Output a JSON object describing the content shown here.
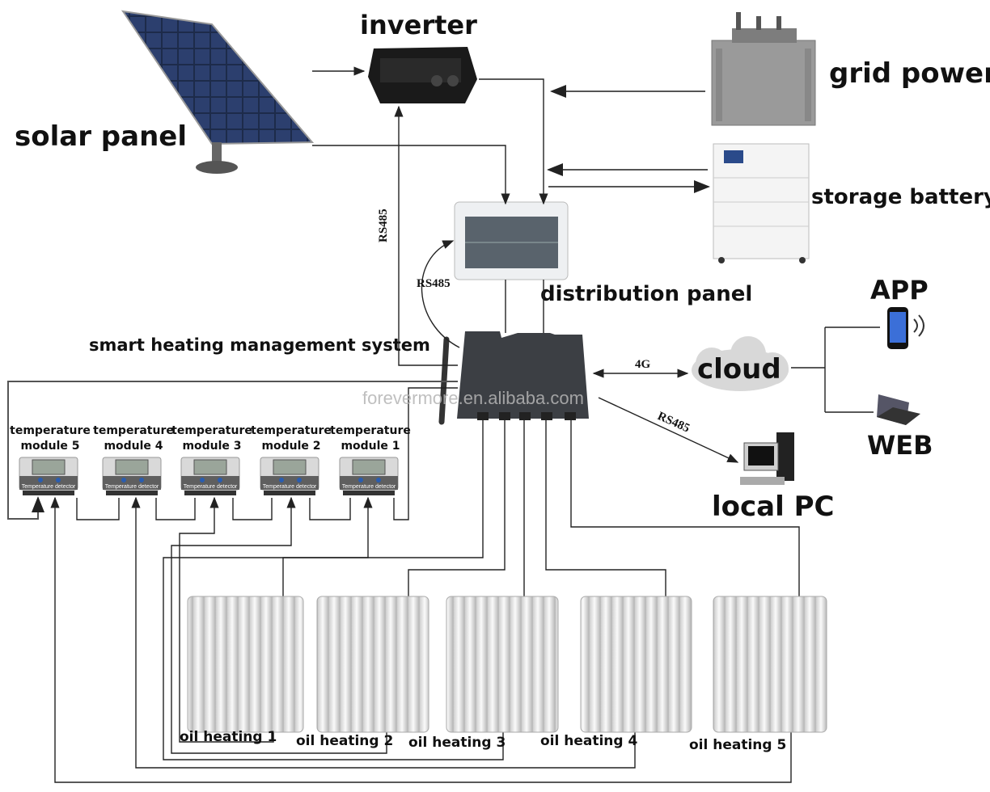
{
  "labels": {
    "solar_panel": "solar panel",
    "inverter": "inverter",
    "grid_power": "grid power",
    "storage_battery": "storage battery",
    "distribution_panel": "distribution panel",
    "smart_heating": "smart heating management system",
    "cloud": "cloud",
    "app": "APP",
    "web": "WEB",
    "local_pc": "local PC",
    "link_4g": "4G",
    "rs485_inverter": "RS485",
    "rs485_panel": "RS485",
    "rs485_pc": "RS485",
    "watermark": "forevermore.en.alibaba.com"
  },
  "modules": [
    {
      "line1": "temperature",
      "line2": "module 5"
    },
    {
      "line1": "temperature",
      "line2": "module 4"
    },
    {
      "line1": "temperature",
      "line2": "module 3"
    },
    {
      "line1": "temperature",
      "line2": "module 2"
    },
    {
      "line1": "temperature",
      "line2": "module 1"
    }
  ],
  "module_caption": "Temperature detector",
  "heaters": [
    "oil heating 1",
    "oil heating 2",
    "oil heating 3",
    "oil heating 4",
    "oil heating 5"
  ],
  "colors": {
    "controller": "#3c3f44",
    "wire": "#222222",
    "cloud": "#d8d8d8",
    "watermark": "#b5b5b5"
  }
}
